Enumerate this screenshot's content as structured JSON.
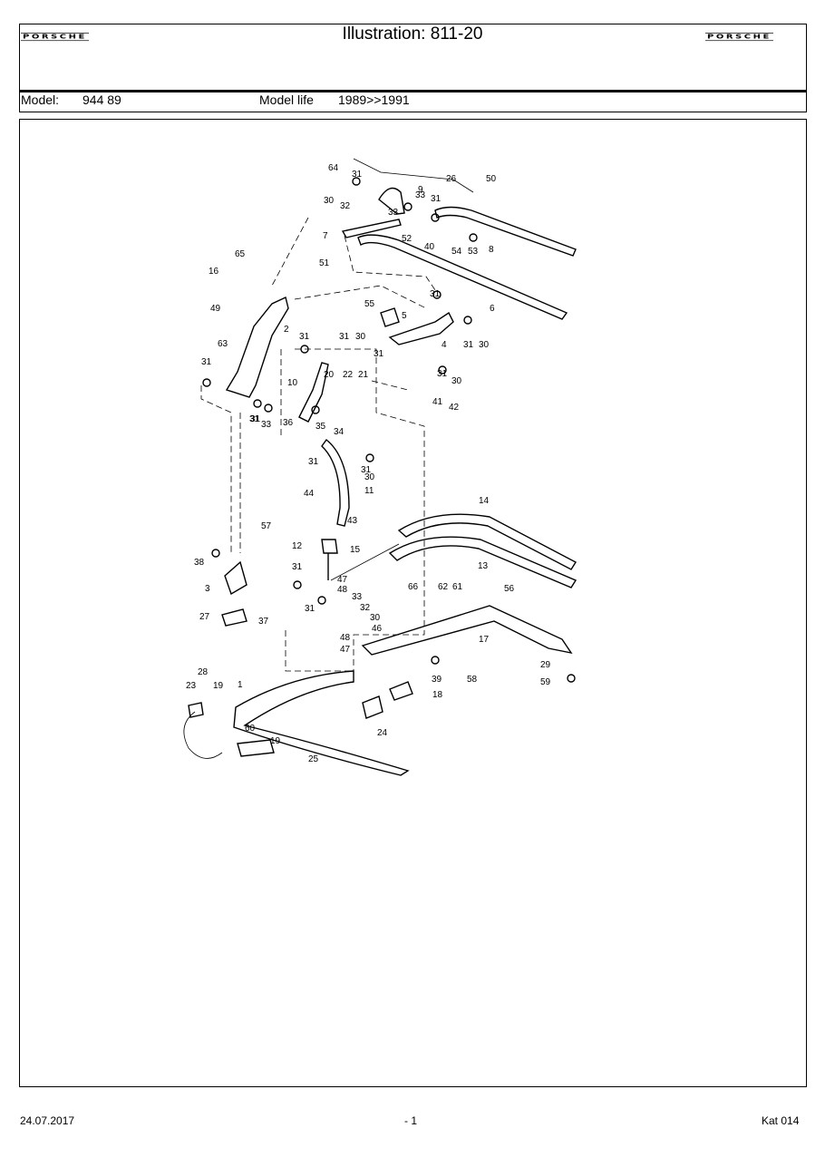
{
  "header": {
    "brand_left": "PORSCHE",
    "brand_right": "PORSCHE",
    "title": "Illustration: 811-20",
    "model_label": "Model:",
    "model_value": "944 89",
    "model_life_label": "Model life",
    "model_life_value": "1989>>1991"
  },
  "footer": {
    "date": "24.07.2017",
    "page": "- 1",
    "catalog": "Kat 014"
  },
  "callouts": [
    "64",
    "31",
    "26",
    "50",
    "30",
    "32",
    "9",
    "33",
    "31",
    "33",
    "7",
    "52",
    "40",
    "54",
    "53",
    "8",
    "51",
    "6",
    "65",
    "16",
    "2",
    "55",
    "5",
    "31",
    "49",
    "63",
    "31",
    "31",
    "30",
    "31",
    "31",
    "4",
    "31",
    "30",
    "31",
    "30",
    "10",
    "20",
    "22",
    "21",
    "41",
    "42",
    "31",
    "36",
    "31",
    "33",
    "35",
    "34",
    "31",
    "31",
    "30",
    "11",
    "44",
    "43",
    "57",
    "12",
    "15",
    "14",
    "38",
    "31",
    "47",
    "48",
    "13",
    "3",
    "66",
    "62",
    "61",
    "56",
    "31",
    "33",
    "32",
    "30",
    "46",
    "27",
    "37",
    "48",
    "47",
    "17",
    "28",
    "23",
    "19",
    "1",
    "29",
    "39",
    "58",
    "59",
    "18",
    "60",
    "19",
    "24",
    "25"
  ]
}
